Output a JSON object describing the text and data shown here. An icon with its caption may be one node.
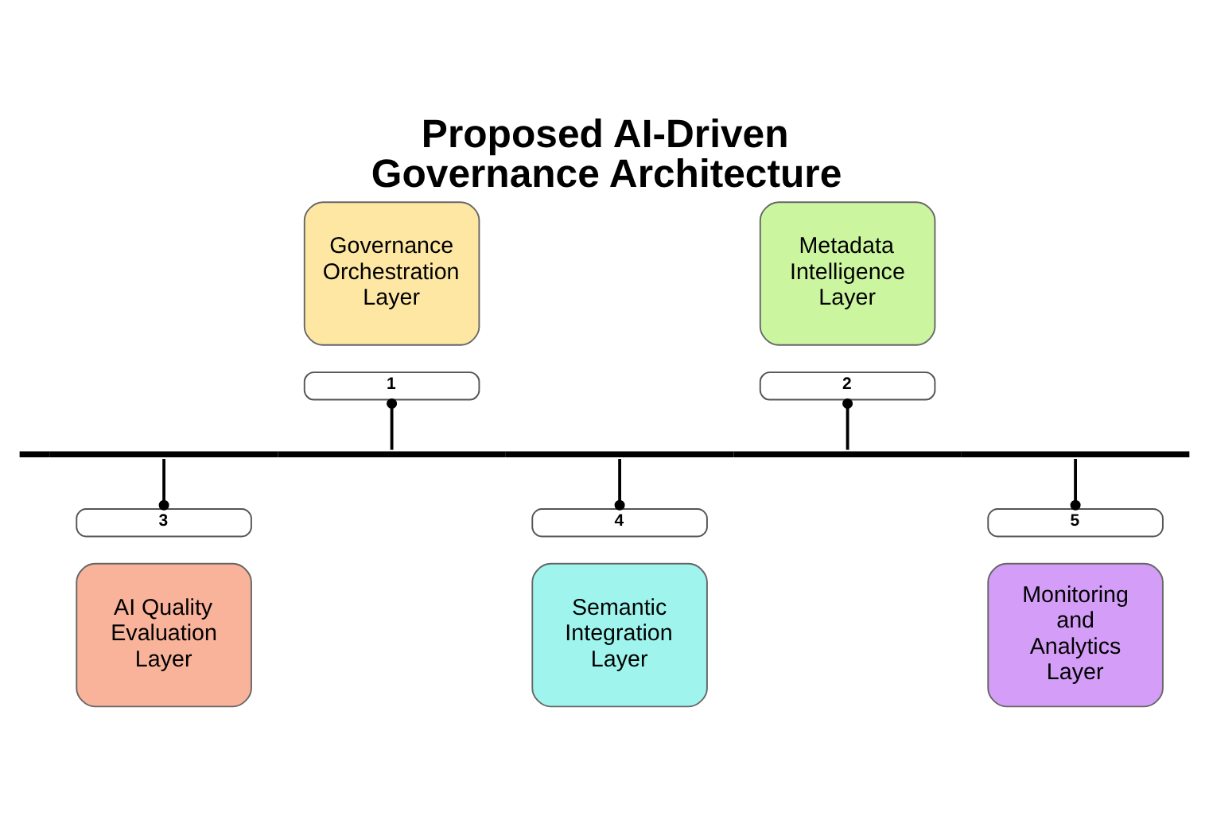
{
  "diagram": {
    "title": "Proposed AI-Driven Governance Architecture",
    "nodes": [
      {
        "text": [
          "Governance Orchestration Layer"
        ]
      },
      {
        "text": [
          "1"
        ]
      },
      {
        "text": [
          "Metadata Intelligence Layer"
        ]
      },
      {
        "text": [
          "2"
        ]
      },
      {
        "text": [],
        "shape": "bar"
      },
      {
        "text": [
          "3"
        ]
      },
      {
        "text": [
          "AI Quality Evaluation Layer"
        ]
      },
      {
        "text": [
          "4"
        ]
      },
      {
        "text": [
          "Semantic Integration Layer"
        ]
      },
      {
        "text": [
          "5"
        ]
      },
      {
        "text": [
          "Monitoring and Analytics Layer"
        ]
      }
    ],
    "edges": [
      {
        "from": 4,
        "to": 1,
        "arrow": "other"
      },
      {
        "from": 4,
        "to": 3,
        "arrow": "other"
      },
      {
        "from": 4,
        "to": 5,
        "arrow": "other"
      },
      {
        "from": 4,
        "to": 7,
        "arrow": "other"
      },
      {
        "from": 4,
        "to": 9,
        "arrow": "other"
      }
    ]
  }
}
